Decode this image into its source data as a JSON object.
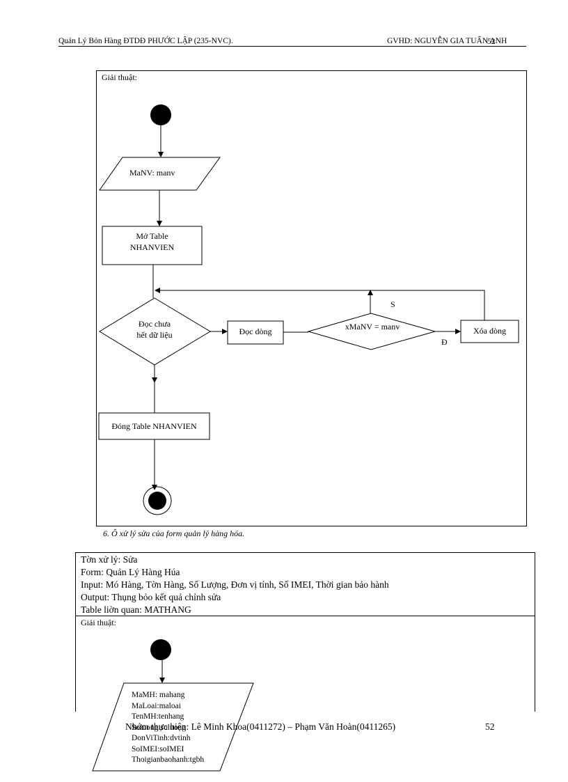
{
  "header": {
    "left": "Quản Lý Bỏn Hàng ĐTDĐ PHƯỚC  LẬP (235-NVC).",
    "right": "GVHD:  NGUYỄN   GIA TUẤN ANH",
    "page_overlap": "52"
  },
  "flow1": {
    "label": "Giải thuật:",
    "input": "MaNV: manv",
    "open_table": [
      "Mở Table",
      "NHANVIEN"
    ],
    "decision": [
      "Đọc chưa",
      "hết dữ liệu"
    ],
    "read_row": "Đọc dòng",
    "compare": "xMaNV  = manv",
    "no_label": "S",
    "yes_label": "Đ",
    "delete_row": "Xóa dòng",
    "close_table": "Đóng Table NHANVIEN"
  },
  "caption": "6. Ô xử lý sửa của form quản lý hàng hóa.",
  "table2": {
    "rows": [
      "Tờn xử lý:  Sửa",
      "Form:  Quản Lý Hàng Húa",
      "Input:  Mó Hàng, Tờn Hàng, Số Lượng, Đơn vị tính, Số IMEI, Thời gian bảo hành",
      "Output:  Thụng bỏo kết quả chỉnh sửa",
      "Table liờn quan:  MATHANG"
    ],
    "label": "Giải thuật:"
  },
  "flow2": {
    "input_lines": [
      "MaMH: mahang",
      "MaLoai:maloai",
      "TenMH:tenhang",
      "Soluong:soluong",
      "DonViTinh:dvtinh",
      "SoIMEI:soIMEI",
      "Thoigianbaohanh:tgbh"
    ]
  },
  "footer": {
    "text": "Nhóm thực hiện:  Lê Minh  Khoa(0411272) – Phạm  Văn Hoàn(0411265)",
    "page": "52"
  }
}
